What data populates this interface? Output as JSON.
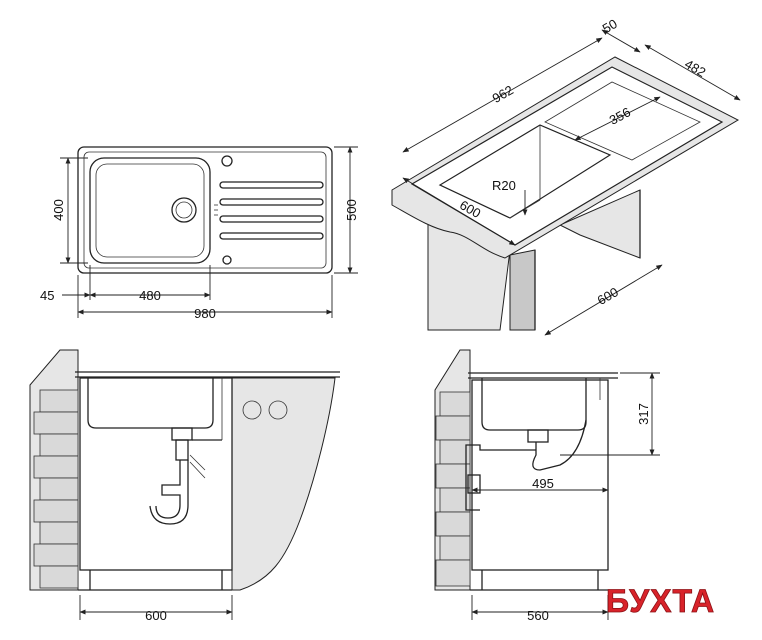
{
  "dimensions": {
    "top_view": {
      "height_400": "400",
      "height_500": "500",
      "offset_45": "45",
      "bowl_480": "480",
      "overall_980": "980"
    },
    "iso_view": {
      "width_50": "50",
      "depth_482": "482",
      "length_962": "962",
      "drainer_356": "356",
      "radius": "R20",
      "bowl_600": "600",
      "cabinet_600": "600"
    },
    "front_view": {
      "cabinet_600": "600"
    },
    "side_view": {
      "depth_317": "317",
      "drain_495": "495",
      "cabinet_560": "560"
    }
  },
  "watermark": {
    "text": "БУХТА",
    "color": "#d8232a"
  }
}
